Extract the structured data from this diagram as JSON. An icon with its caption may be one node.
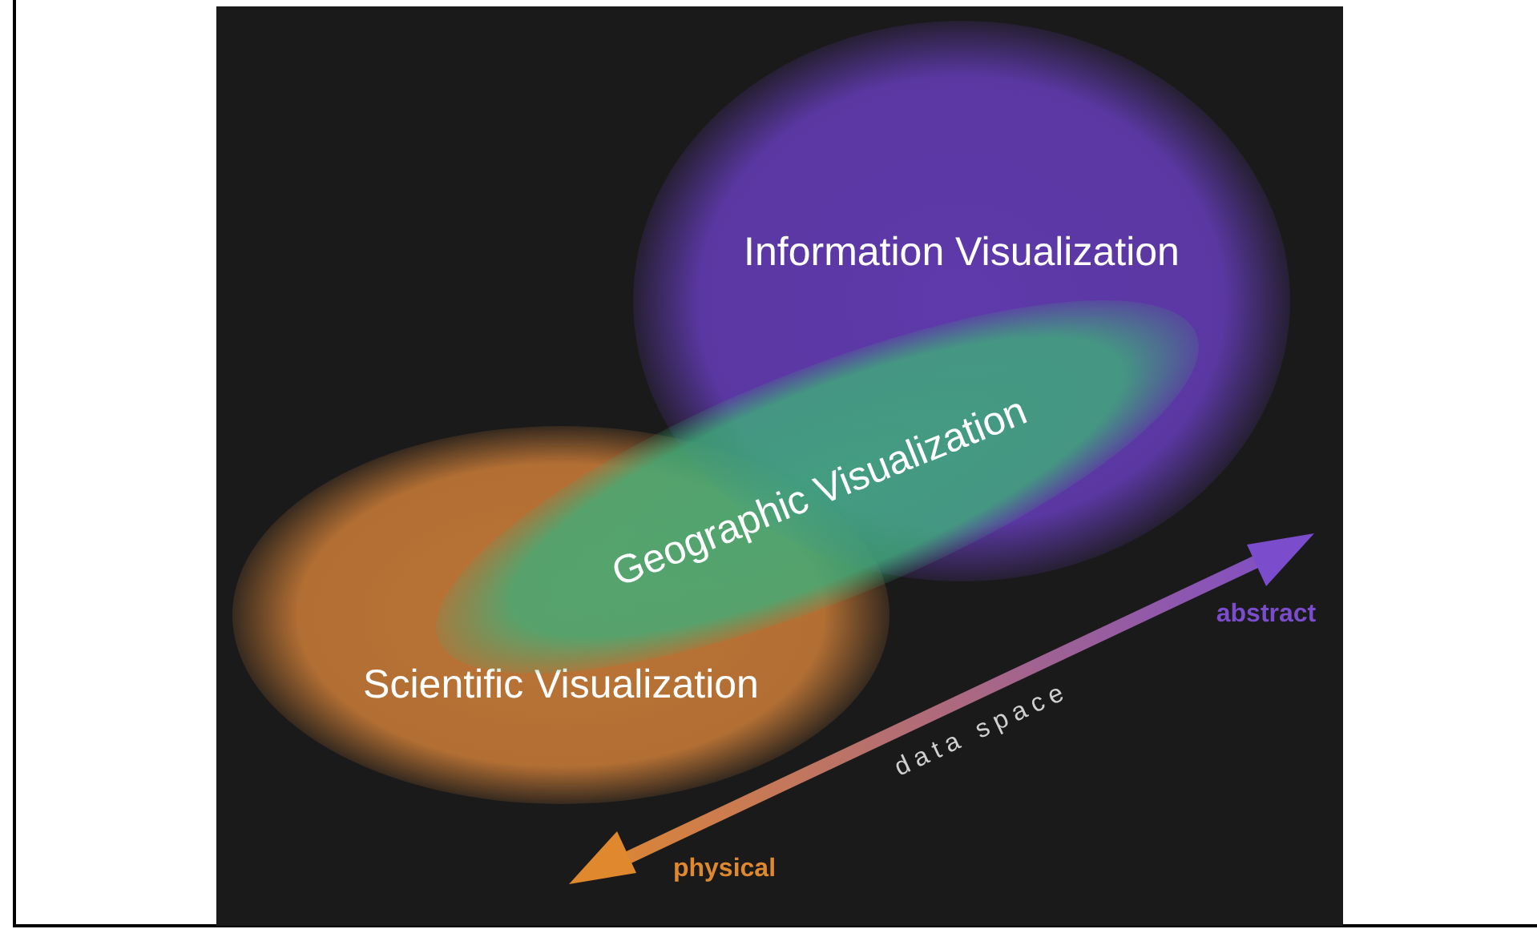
{
  "diagram": {
    "nodes": [
      {
        "text": [
          "Information Visualization"
        ]
      },
      {
        "text": [
          "Geographic Visualization"
        ]
      },
      {
        "text": [
          "Scientific Visualization"
        ]
      }
    ],
    "labels": [
      "abstract",
      "data space",
      "physical"
    ]
  }
}
